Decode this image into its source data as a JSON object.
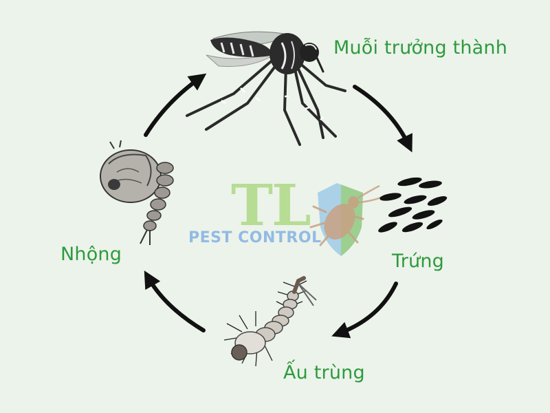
{
  "stages": {
    "adult": "Muỗi trưởng thành",
    "egg": "Trứng",
    "larva": "Ấu trùng",
    "pupa": "Nhộng"
  },
  "watermark": {
    "logo_letters": "TL",
    "logo_subtitle": "PEST CONTROL"
  },
  "colors": {
    "background": "#ecf3ea",
    "label": "#2e9a3e",
    "arrow": "#111111"
  }
}
